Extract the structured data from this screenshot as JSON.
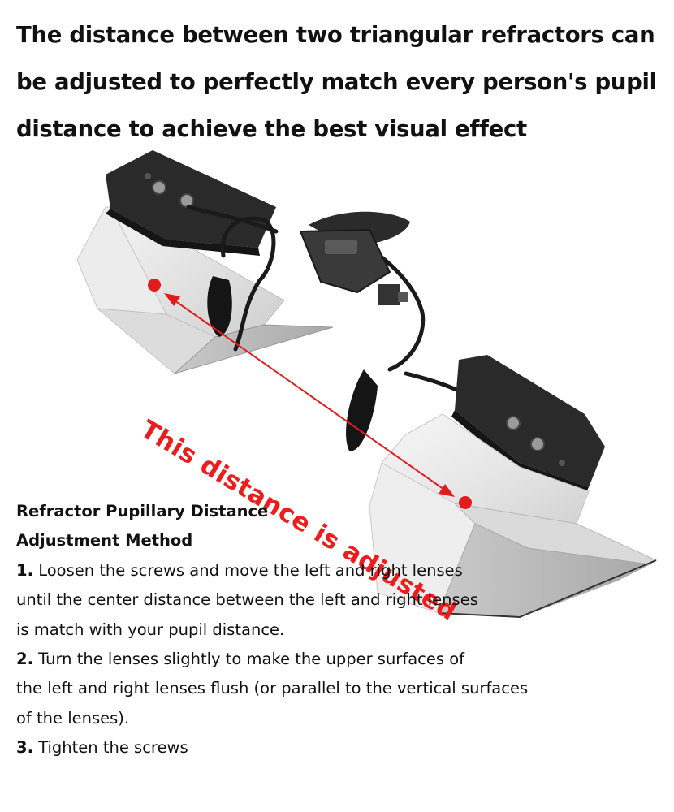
{
  "headline": {
    "lines": [
      "The distance between two triangular refractors can",
      "be adjusted to perfectly match every person's pupil",
      "distance to achieve the best visual effect"
    ]
  },
  "callout": {
    "text": "This distance is adjusted",
    "color": "#ee1c1c"
  },
  "instructions": {
    "title_lines": [
      "Refractor Pupillary Distance",
      "Adjustment Method"
    ],
    "steps": [
      {
        "number": "1.",
        "lines": [
          "Loosen the screws and move the left and right lenses",
          "until the center distance between the left and right lenses",
          "is match with your pupil distance."
        ]
      },
      {
        "number": "2.",
        "lines": [
          "Turn the lenses slightly to make the upper surfaces of",
          "the left and right lenses flush (or parallel to the vertical surfaces",
          "of the lenses)."
        ]
      },
      {
        "number": "3.",
        "lines": [
          "Tighten the screws"
        ]
      }
    ]
  }
}
